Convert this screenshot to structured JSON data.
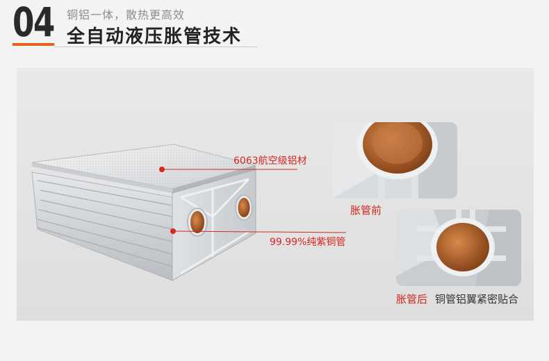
{
  "header": {
    "number": "04",
    "subtitle": "铜铝一体，散热更高效",
    "title": "全自动液压胀管技术"
  },
  "colors": {
    "accent": "#e8611a",
    "label_red": "#d6281e",
    "copper": "#b8652a"
  },
  "callouts": {
    "aluminum": "6063航空级铝材",
    "copper": "99.99%纯紫铜管"
  },
  "photos": {
    "before_caption": "胀管前",
    "after_caption": "胀管后",
    "after_description": "铜管铝翼紧密贴合"
  }
}
